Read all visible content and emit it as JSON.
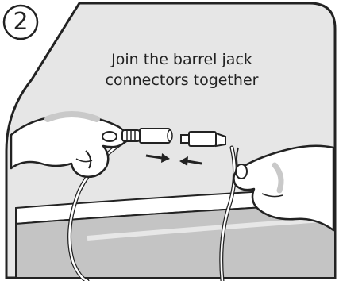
{
  "step": {
    "number": "2"
  },
  "instruction": {
    "text": "Join the barrel jack\nconnectors together"
  },
  "colors": {
    "outline": "#222222",
    "panel_fill": "#e6e6e6",
    "skin": "#ffffff",
    "shadow": "#c9c9c9",
    "ledge": "#c4c4c4"
  },
  "icons": {
    "step_badge": "circle-outline",
    "arrow_left_to_right": "arrow-right-icon",
    "arrow_right_to_left": "arrow-left-icon"
  }
}
